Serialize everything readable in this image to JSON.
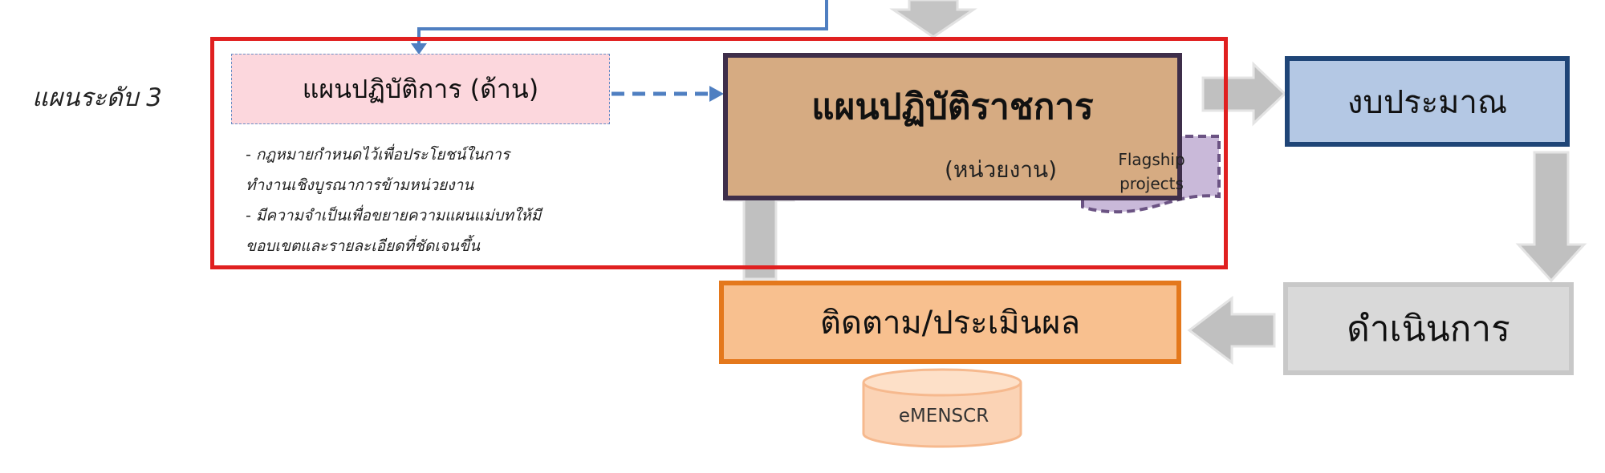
{
  "level_label": "แผนระดับ 3",
  "side_plan": {
    "title": "แผนปฏิบัติการ (ด้าน)",
    "notes": [
      "- กฎหมายกำหนดไว้เพื่อประโยชน์ในการ",
      "ทำงานเชิงบูรณาการข้ามหน่วยงาน",
      "- มีความจำเป็นเพื่อขยายความแผนแม่บทให้มี",
      "ขอบเขตและรายละเอียดที่ชัดเจนขึ้น"
    ]
  },
  "action_plan": {
    "title": "แผนปฏิบัติราชการ",
    "subtitle": "(หน่วยงาน)"
  },
  "flagship": {
    "line1": "Flagship",
    "line2": "projects"
  },
  "budget": "งบประมาณ",
  "operate": "ดำเนินการ",
  "monitor": "ติดตาม/ประเมินผล",
  "database": "eMENSCR",
  "colors": {
    "frame": "#e02020",
    "side_fill": "#fcd7dd",
    "action_fill": "#d6ab82",
    "action_border": "#3e2e4a",
    "budget_fill": "#b4c8e4",
    "budget_border": "#1f4577",
    "operate_fill": "#d9d9d9",
    "monitor_fill": "#f8c08f",
    "monitor_border": "#e4781c",
    "connector": "#4f7fc1",
    "flow_arrow": "#c0c0c0"
  }
}
